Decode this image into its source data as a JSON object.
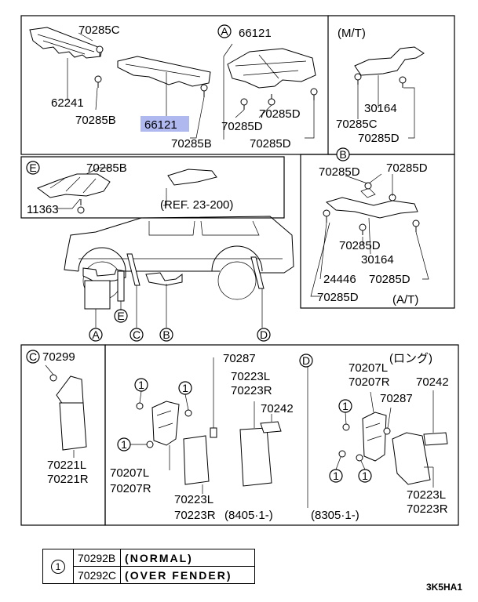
{
  "title": "3K5HA1",
  "section_a": {
    "badge": "A",
    "labels": {
      "p70285c_top": "70285C",
      "p66121_top": "66121",
      "p62241": "62241",
      "p70285b_left": "70285B",
      "p66121_hl": "66121",
      "p70285b_mid": "70285B",
      "p70285d_1": "70285D",
      "p70285d_2": "70285D",
      "p70285d_3": "70285D"
    }
  },
  "section_mt": {
    "header": "(M/T)",
    "labels": {
      "p30164": "30164",
      "p70285c": "70285C",
      "p70285d": "70285D"
    }
  },
  "section_e": {
    "badge": "E",
    "labels": {
      "p70285b": "70285B",
      "p11363": "11363",
      "ref": "(REF. 23-200)"
    }
  },
  "section_b": {
    "badge": "B",
    "footer": "(A/T)",
    "labels": {
      "p70285d_a": "70285D",
      "p70285d_b": "70285D",
      "p70285d_c": "70285D",
      "p30164": "30164",
      "p24446": "24446",
      "p70285d_d": "70285D",
      "p70285d_e": "70285D"
    }
  },
  "vehicle": {
    "callouts": [
      "A",
      "E",
      "C",
      "B",
      "D"
    ]
  },
  "section_c": {
    "badge": "C",
    "labels": {
      "p70299": "70299",
      "p70221l": "70221L",
      "p70221r": "70221R"
    }
  },
  "section_main": {
    "labels": {
      "p70287_a": "70287",
      "p70223l_a": "70223L",
      "p70223r_a": "70223R",
      "p70242_a": "70242",
      "p70207l_a": "70207L",
      "p70207r_a": "70207R",
      "p70223l_b": "70223L",
      "p70223r_b": "70223R",
      "range_a": "(8405·1-)",
      "range_b": "(8305·1-)"
    }
  },
  "section_d": {
    "badge": "D",
    "header": "(ロング)",
    "labels": {
      "p70207l": "70207L",
      "p70207r": "70207R",
      "p70242": "70242",
      "p70287": "70287",
      "p70223l": "70223L",
      "p70223r": "70223R"
    }
  },
  "circled_one": "1",
  "legend": {
    "symbol": "1",
    "rows": [
      {
        "code": "70292B",
        "desc": "(NORMAL)"
      },
      {
        "code": "70292C",
        "desc": "(OVER FENDER)"
      }
    ]
  }
}
